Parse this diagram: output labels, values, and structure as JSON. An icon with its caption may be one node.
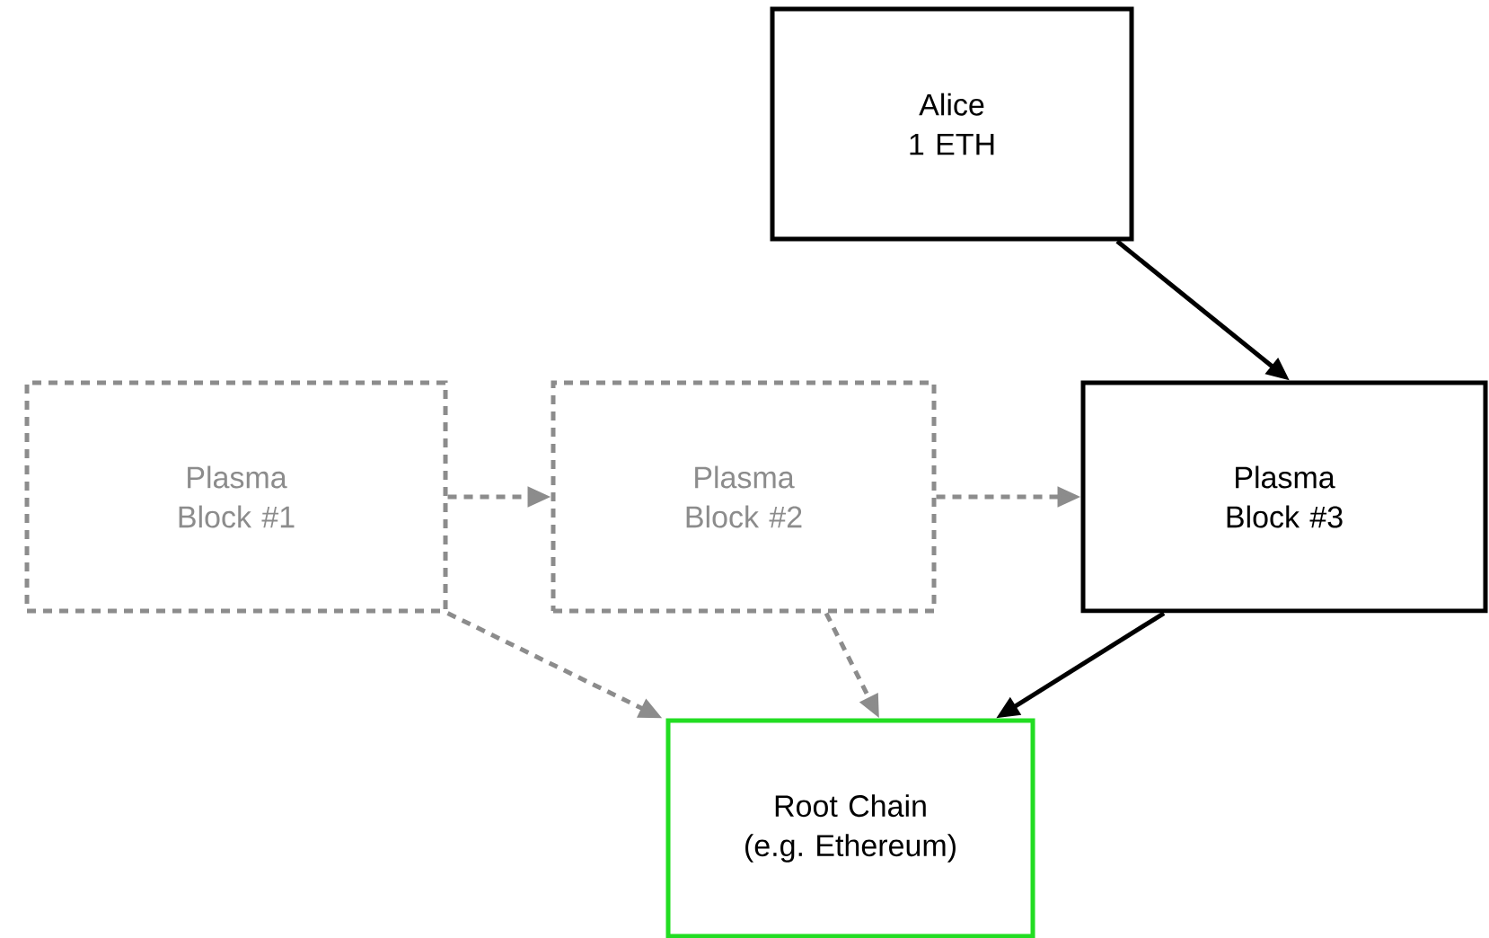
{
  "diagram": {
    "nodes": [
      {
        "text": [
          "Alice 1 ETH"
        ]
      },
      {
        "text": [
          "Plasma Block #1"
        ]
      },
      {
        "text": [
          "Plasma Block #2"
        ]
      },
      {
        "text": [
          "Plasma Block #3"
        ]
      },
      {
        "text": [
          "Root Chain (e.g. Ethereum)"
        ]
      }
    ],
    "edges": [
      {
        "from": 0,
        "to": 3,
        "arrow": "to",
        "color": "#000000"
      },
      {
        "from": 1,
        "to": 2,
        "arrow": "to",
        "style": "dashed"
      },
      {
        "from": 2,
        "to": 3,
        "arrow": "to",
        "style": "dashed"
      },
      {
        "from": 1,
        "to": 4,
        "arrow": "to",
        "style": "dashed"
      },
      {
        "from": 2,
        "to": 4,
        "arrow": "to",
        "style": "dashed"
      },
      {
        "from": 3,
        "to": 4,
        "arrow": "to",
        "color": "#000000"
      }
    ]
  }
}
